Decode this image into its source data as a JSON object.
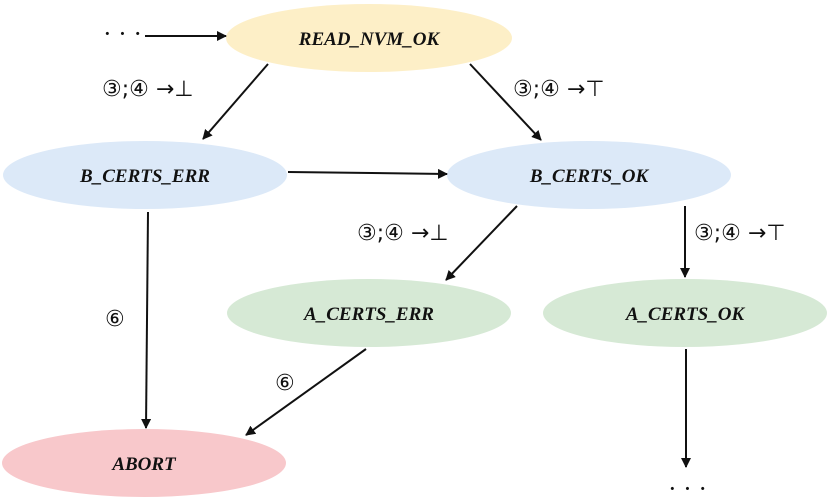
{
  "nodes": {
    "read_nvm_ok": {
      "label": "READ_NVM_OK",
      "color": "#fdefc7"
    },
    "b_certs_err": {
      "label": "B_CERTS_ERR",
      "color": "#dce9f8"
    },
    "b_certs_ok": {
      "label": "B_CERTS_OK",
      "color": "#dce9f8"
    },
    "a_certs_err": {
      "label": "A_CERTS_ERR",
      "color": "#d6e9d5"
    },
    "a_certs_ok": {
      "label": "A_CERTS_OK",
      "color": "#d6e9d5"
    },
    "abort": {
      "label": "ABORT",
      "color": "#f8c8cb"
    }
  },
  "edge_labels": {
    "read_to_berr": "③;④ →⊥",
    "read_to_bok": "③;④ →⊤",
    "bok_to_aerr": "③;④ →⊥",
    "bok_to_aok": "③;④ →⊤",
    "berr_to_abort": "⑥",
    "aerr_to_abort": "⑥"
  },
  "ellipsis": {
    "start": "· · ·",
    "end": "· · ·"
  }
}
